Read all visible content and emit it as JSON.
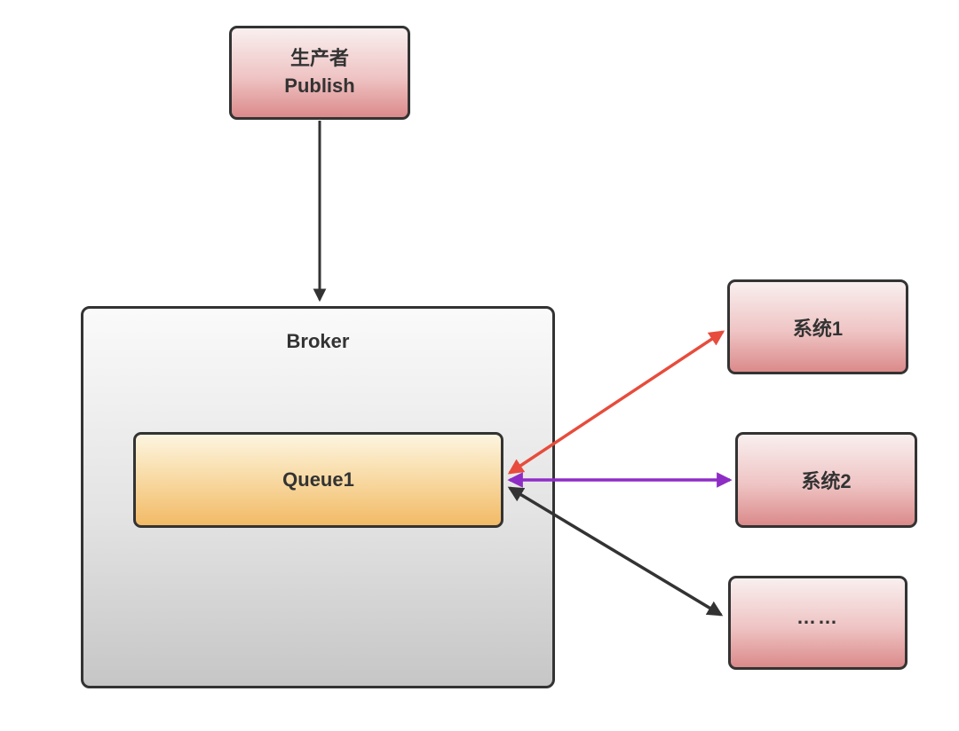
{
  "diagram": {
    "producer": {
      "label_line1": "生产者",
      "label_line2": "Publish"
    },
    "broker": {
      "label": "Broker"
    },
    "queue": {
      "label": "Queue1"
    },
    "systems": [
      {
        "label": "系统1"
      },
      {
        "label": "系统2"
      },
      {
        "label": "……"
      }
    ]
  },
  "colors": {
    "red_arrow": "#e74c3c",
    "purple_arrow": "#8e2dc5",
    "black_arrow": "#333333",
    "box_border": "#333333",
    "pink_top": "#f9efef",
    "pink_bottom": "#db8a8a",
    "orange_top": "#fdf5e0",
    "orange_bottom": "#f2ba66",
    "gray_top": "#fafafa",
    "gray_bottom": "#c6c6c6"
  }
}
